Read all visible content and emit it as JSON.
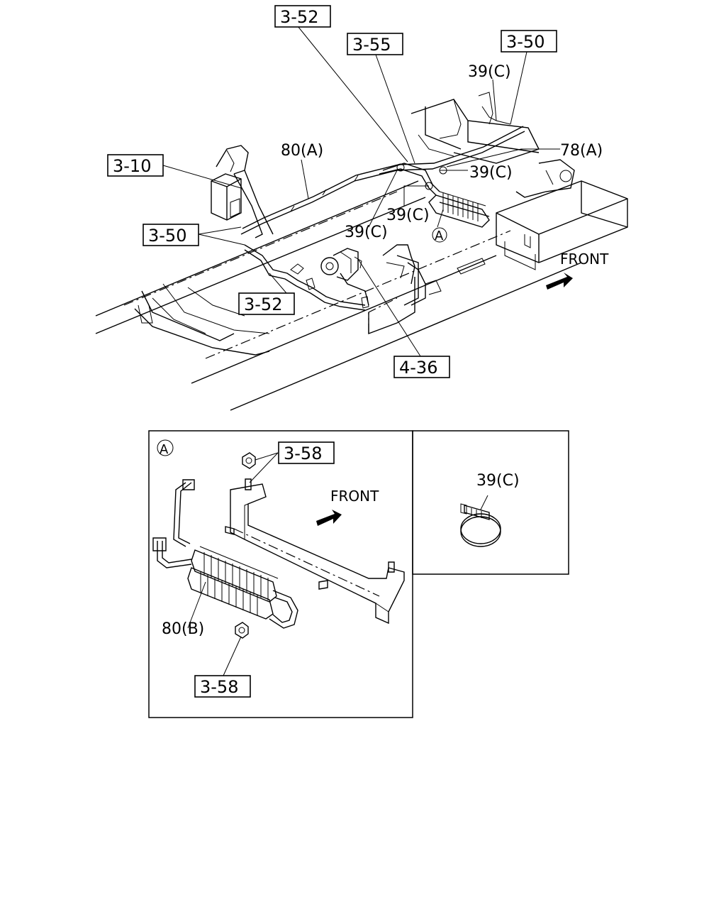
{
  "references": {
    "r352_top": "3-52",
    "r355": "3-55",
    "r350_top": "3-50",
    "r310": "3-10",
    "r350_left": "3-50",
    "r352_bottom": "3-52",
    "r436": "4-36",
    "r358_top": "3-58",
    "r358_bottom": "3-58"
  },
  "labels": {
    "l39c_top": "39(C)",
    "l78a": "78(A)",
    "l80a": "80(A)",
    "l39c_right": "39(C)",
    "l39c_mid": "39(C)",
    "l39c_left": "39(C)",
    "l80b": "80(B)",
    "l39c_clamp": "39(C)",
    "circle_a_main": "A",
    "circle_a_detail": "A"
  },
  "front": {
    "main": "FRONT",
    "detail": "FRONT"
  }
}
